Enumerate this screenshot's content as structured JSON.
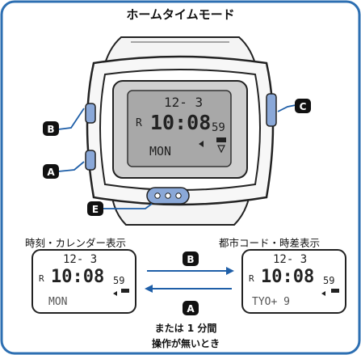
{
  "title": "ホームタイムモード",
  "caption_left": "時刻・カレンダー表示",
  "caption_right": "都市コード・時差表示",
  "note_line1": "または 1 分間",
  "note_line2": "操作が無いとき",
  "button_labels": {
    "a": "A",
    "b": "B",
    "c": "C",
    "e": "E"
  },
  "watch_display": {
    "date": "12- 3",
    "indicator": "R",
    "time": "10:08",
    "seconds": "59",
    "weekday": "MON"
  },
  "display_left": {
    "date": "12- 3",
    "indicator": "R",
    "time": "10:08",
    "seconds": "59",
    "weekday": "MON"
  },
  "display_right": {
    "date": "12- 3",
    "indicator": "R",
    "time": "10:08",
    "seconds": "59",
    "city": "TYO+ 9"
  },
  "colors": {
    "frame": "#2d6fb2",
    "button_fill": "#8aa8d8",
    "arrow": "#1f5fa8",
    "lcd_bg": "#a8a8a8",
    "badge": "#111111"
  }
}
